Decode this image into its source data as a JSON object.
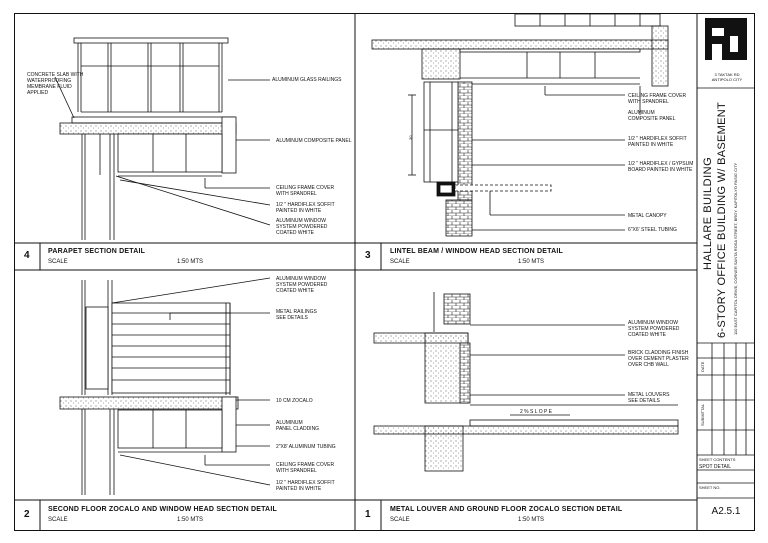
{
  "details": {
    "d4": {
      "num": "4",
      "title": "PARAPET SECTION DETAIL",
      "scale_label": "SCALE",
      "scale": "1:50 MTS"
    },
    "d3": {
      "num": "3",
      "title": "LINTEL BEAM / WINDOW HEAD SECTION DETAIL",
      "scale_label": "SCALE",
      "scale": "1:50 MTS"
    },
    "d2": {
      "num": "2",
      "title": "SECOND FLOOR ZOCALO AND WINDOW HEAD SECTION DETAIL",
      "scale_label": "SCALE",
      "scale": "1:50 MTS"
    },
    "d1": {
      "num": "1",
      "title": "METAL LOUVER AND GROUND FLOOR ZOCALO SECTION DETAIL",
      "scale_label": "SCALE",
      "scale": "1:50 MTS"
    }
  },
  "notes": {
    "d4": [
      "CONCRETE SLAB WITH\nWATERPROOFING\nMEMBRANE FLUID\nAPPLIED",
      "ALUMINUM GLASS RAILINGS",
      "ALUMINUM COMPOSITE PANEL",
      "CEILING FRAME COVER\nWITH SPANDREL",
      "1/2 \" HARDIFLEX SOFFIT\nPAINTED IN WHITE",
      "ALUMINUM WINDOW\nSYSTEM POWDERED\nCOATED WHITE"
    ],
    "d3": [
      "CEILING FRAME COVER\nWITH SPANDREL",
      "ALUMINUM\nCOMPOSITE PANEL",
      "1/2 \" HARDIFLEX SOFFIT\nPAINTED IN WHITE",
      "1/2 \" HARDIFLEX / GYPSUM\nBOARD PAINTED IN WHITE",
      "METAL CANOPY",
      "6\"X6' STEEL TUBING"
    ],
    "d2": [
      "ALUMINUM WINDOW\nSYSTEM POWDERED\nCOATED WHITE",
      "METAL RAILINGS\nSEE DETAILS",
      "10 CM ZOCALO",
      "ALUMINUM\nPANEL CLADDING",
      "2\"X8' ALUMINUM TUBING",
      "CEILING FRAME COVER\nWITH SPANDREL",
      "1/2 \" HARDIFLEX SOFFIT\nPAINTED IN WHITE"
    ],
    "d1": [
      "ALUMINUM WINDOW\nSYSTEM POWDERED\nCOATED WHITE",
      "BRICK CLADDING FINISH\nOVER CEMENT PLASTER\nOVER CHB WALL",
      "METAL LOUVERS\nSEE DETAILS",
      "2 %   S L O P E"
    ]
  },
  "dimension_d3": "30",
  "title_block": {
    "address_short": "3 TAKTAK RD\nANTIPOLO CITY",
    "project_line1": "HALLARE BUILDING",
    "project_line2": "6-STORY OFFICE BUILDING W/ BASEMENT",
    "address_long": "110 EAST CAPITOL DRIVE, CORNER SANTA ROSA STREET, BRGY. KAPITOLYO PASIG CITY",
    "date_label": "DATE",
    "submittal_label": "SUBMITTAL",
    "sheet_contents_label": "SHEET CONTENTS",
    "sheet_contents": "SPOT DETAIL",
    "sheet_no_label": "SHEET NO.",
    "sheet_no": "A2.5.1"
  }
}
